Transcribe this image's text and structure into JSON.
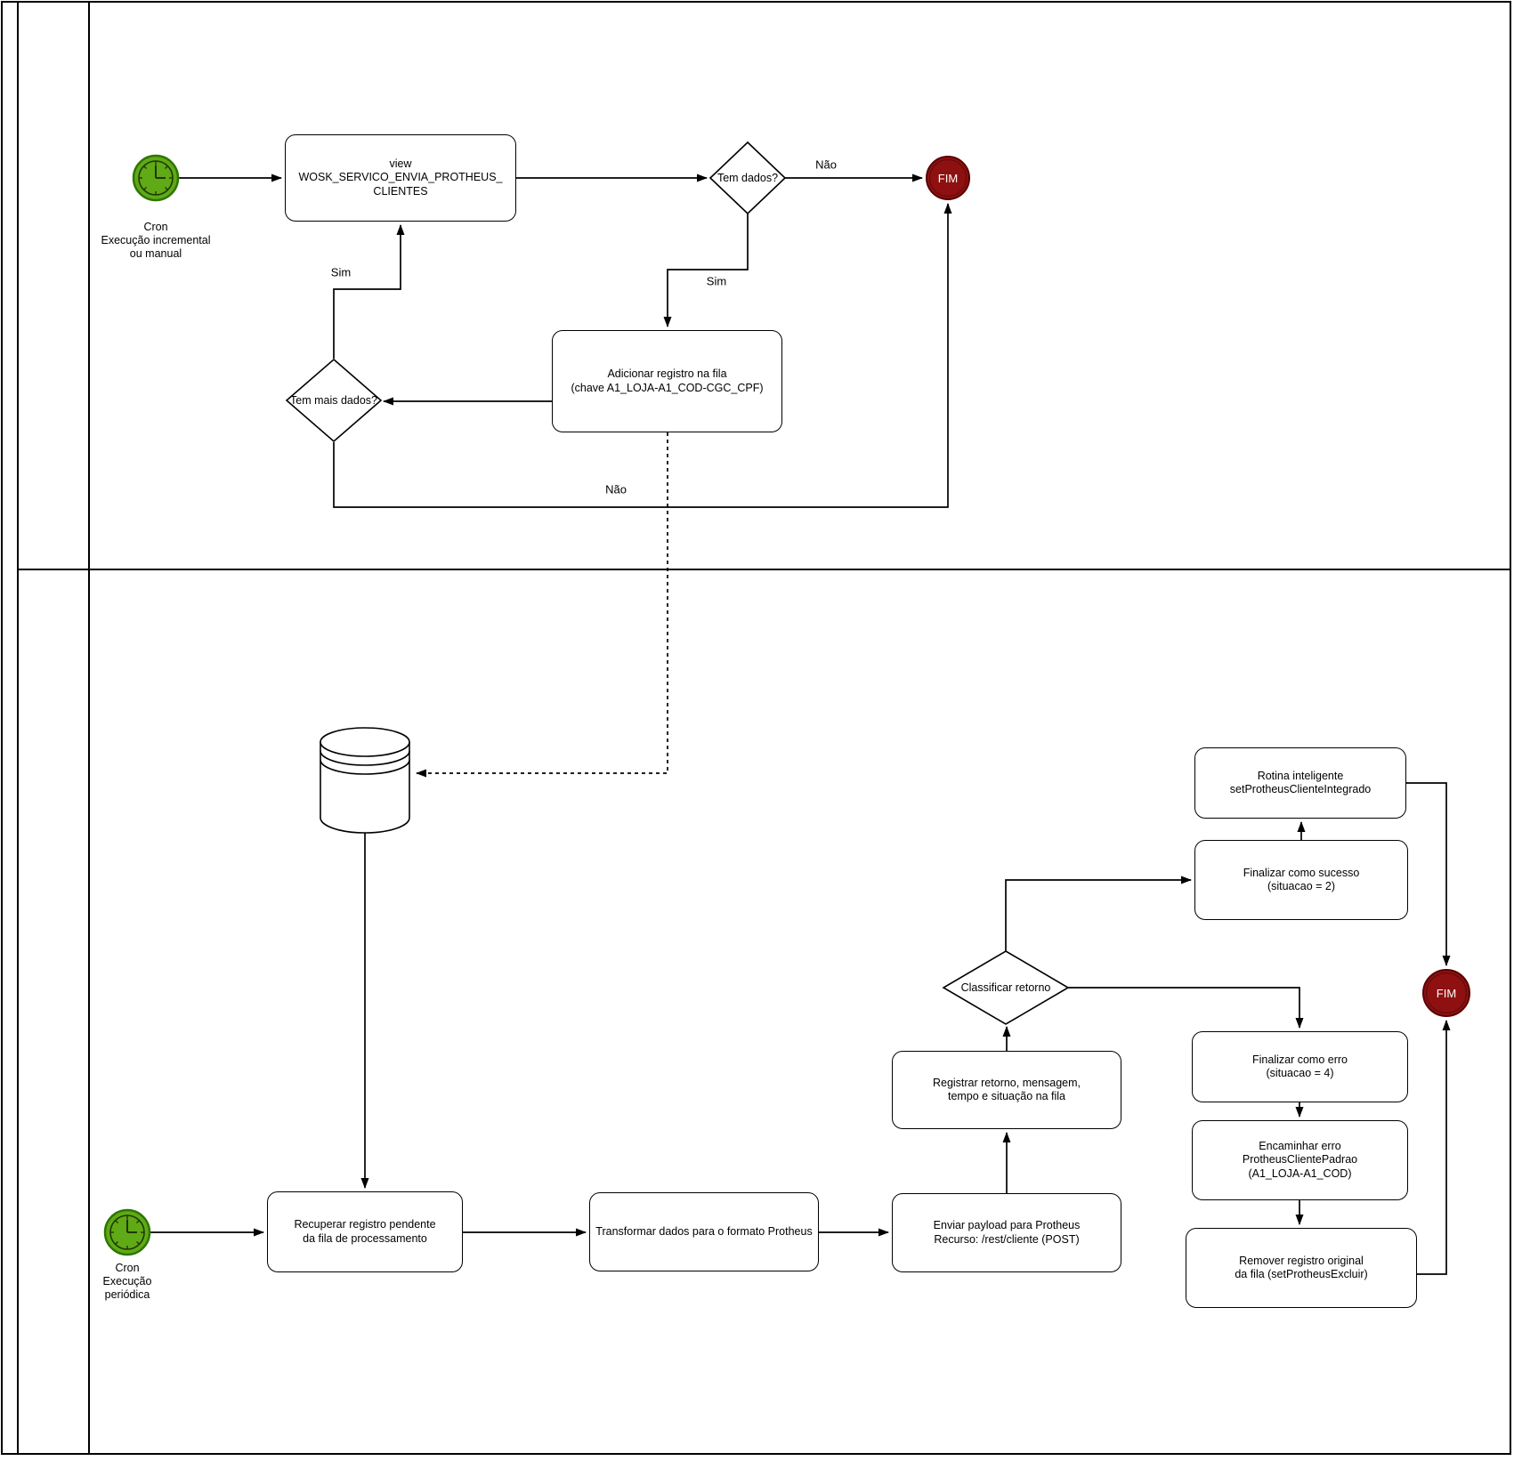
{
  "diagram": {
    "type": "bpmn-flowchart",
    "pool": {
      "lane_count": 2,
      "lane_titles": [
        "",
        ""
      ]
    },
    "edge_labels": {
      "nao_to_fim": "Não",
      "sim_to_queue": "Sim",
      "sim_loop": "Sim",
      "nao_loop": "Não"
    },
    "nodes": {
      "cron_incremental": {
        "caption": "Cron\nExecução incremental\nou manual"
      },
      "view_service": {
        "label": "view\nWOSK_SERVICO_ENVIA_PROTHEUS_\nCLIENTES"
      },
      "tem_dados": {
        "label": "Tem dados?"
      },
      "fim_top": {
        "label": "FIM"
      },
      "adicionar_registro": {
        "label": "Adicionar registro na fila\n(chave A1_LOJA-A1_COD-CGC_CPF)"
      },
      "tem_mais_dados": {
        "label": "Tem mais dados?"
      },
      "cron_periodica": {
        "caption": "Cron\nExecução\nperiódica"
      },
      "recuperar_registro": {
        "label": "Recuperar registro pendente\nda fila de processamento"
      },
      "transformar_dados": {
        "label": "Transformar dados para o formato Protheus"
      },
      "enviar_payload": {
        "label": "Enviar payload para Protheus\nRecurso: /rest/cliente (POST)"
      },
      "registrar_retorno": {
        "label": "Registrar retorno, mensagem,\ntempo e situação na fila"
      },
      "classificar_retorno": {
        "label": "Classificar retorno"
      },
      "finalizar_sucesso": {
        "label": "Finalizar como sucesso\n(situacao = 2)"
      },
      "rotina_inteligente": {
        "label": "Rotina inteligente\nsetProtheusClienteIntegrado"
      },
      "finalizar_erro": {
        "label": "Finalizar como erro\n(situacao = 4)"
      },
      "encaminhar_erro": {
        "label": "Encaminhar erro\nProtheusClientePadrao\n(A1_LOJA-A1_COD)"
      },
      "remover_registro": {
        "label": "Remover registro original\nda fila (setProtheusExcluir)"
      },
      "fim_bottom": {
        "label": "FIM"
      }
    },
    "colors": {
      "line": "#000000",
      "timer_fill": "#60A917",
      "timer_stroke": "#2D7600",
      "timer_face": "#1E3A00",
      "end_fill": "#8E1010",
      "end_stroke": "#5A0000"
    }
  }
}
